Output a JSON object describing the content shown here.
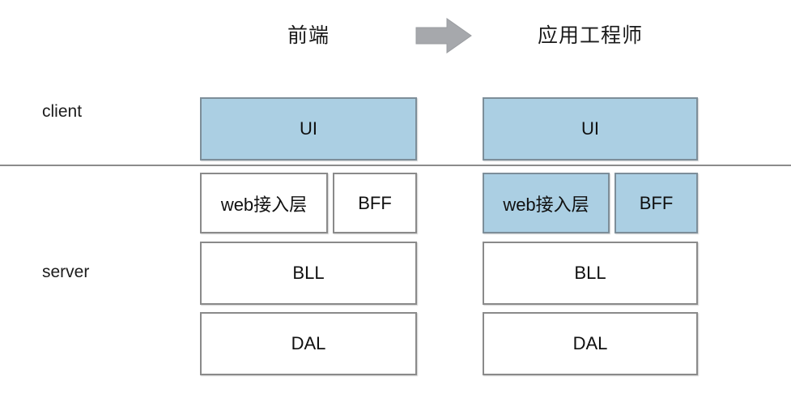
{
  "diagram": {
    "title_left": "前端",
    "title_right": "应用工程师",
    "arrow": "right-arrow-icon",
    "row_labels": {
      "client": "client",
      "server": "server"
    },
    "colors": {
      "highlight_fill": "#abcfe3",
      "highlight_border": "#7d8e99",
      "plain_fill": "#ffffff",
      "plain_border": "#8a8a8a",
      "divider": "#8b8b8b",
      "arrow": "#a6a8ac",
      "text": "#101010"
    },
    "columns": [
      {
        "id": "left",
        "header": "前端",
        "layers": [
          {
            "id": "ui",
            "label": "UI",
            "highlighted": true
          },
          {
            "id": "web",
            "label": "web接入层",
            "highlighted": false
          },
          {
            "id": "bff",
            "label": "BFF",
            "highlighted": false
          },
          {
            "id": "bll",
            "label": "BLL",
            "highlighted": false
          },
          {
            "id": "dal",
            "label": "DAL",
            "highlighted": false
          }
        ]
      },
      {
        "id": "right",
        "header": "应用工程师",
        "layers": [
          {
            "id": "ui",
            "label": "UI",
            "highlighted": true
          },
          {
            "id": "web",
            "label": "web接入层",
            "highlighted": true
          },
          {
            "id": "bff",
            "label": "BFF",
            "highlighted": true
          },
          {
            "id": "bll",
            "label": "BLL",
            "highlighted": false
          },
          {
            "id": "dal",
            "label": "DAL",
            "highlighted": false
          }
        ]
      }
    ]
  }
}
